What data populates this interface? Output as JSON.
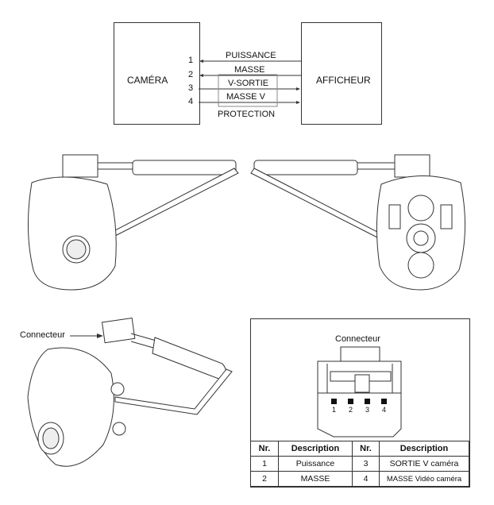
{
  "wiring": {
    "left_box": "CAMÉRA",
    "right_box": "AFFICHEUR",
    "pins": [
      "1",
      "2",
      "3",
      "4"
    ],
    "signals": [
      "PUISSANCE",
      "MASSE",
      "V-SORTIE",
      "MASSE V"
    ],
    "shield": "PROTECTION"
  },
  "callout": {
    "connector_label": "Connecteur"
  },
  "connector_panel": {
    "title": "Connecteur",
    "pin_numbers": [
      "1",
      "2",
      "3",
      "4"
    ],
    "table": {
      "headers": [
        "Nr.",
        "Description",
        "Nr.",
        "Description"
      ],
      "rows": [
        [
          "1",
          "Puissance",
          "3",
          "SORTIE V caméra"
        ],
        [
          "2",
          "MASSE",
          "4",
          "MASSE Vidéo caméra"
        ]
      ]
    }
  }
}
